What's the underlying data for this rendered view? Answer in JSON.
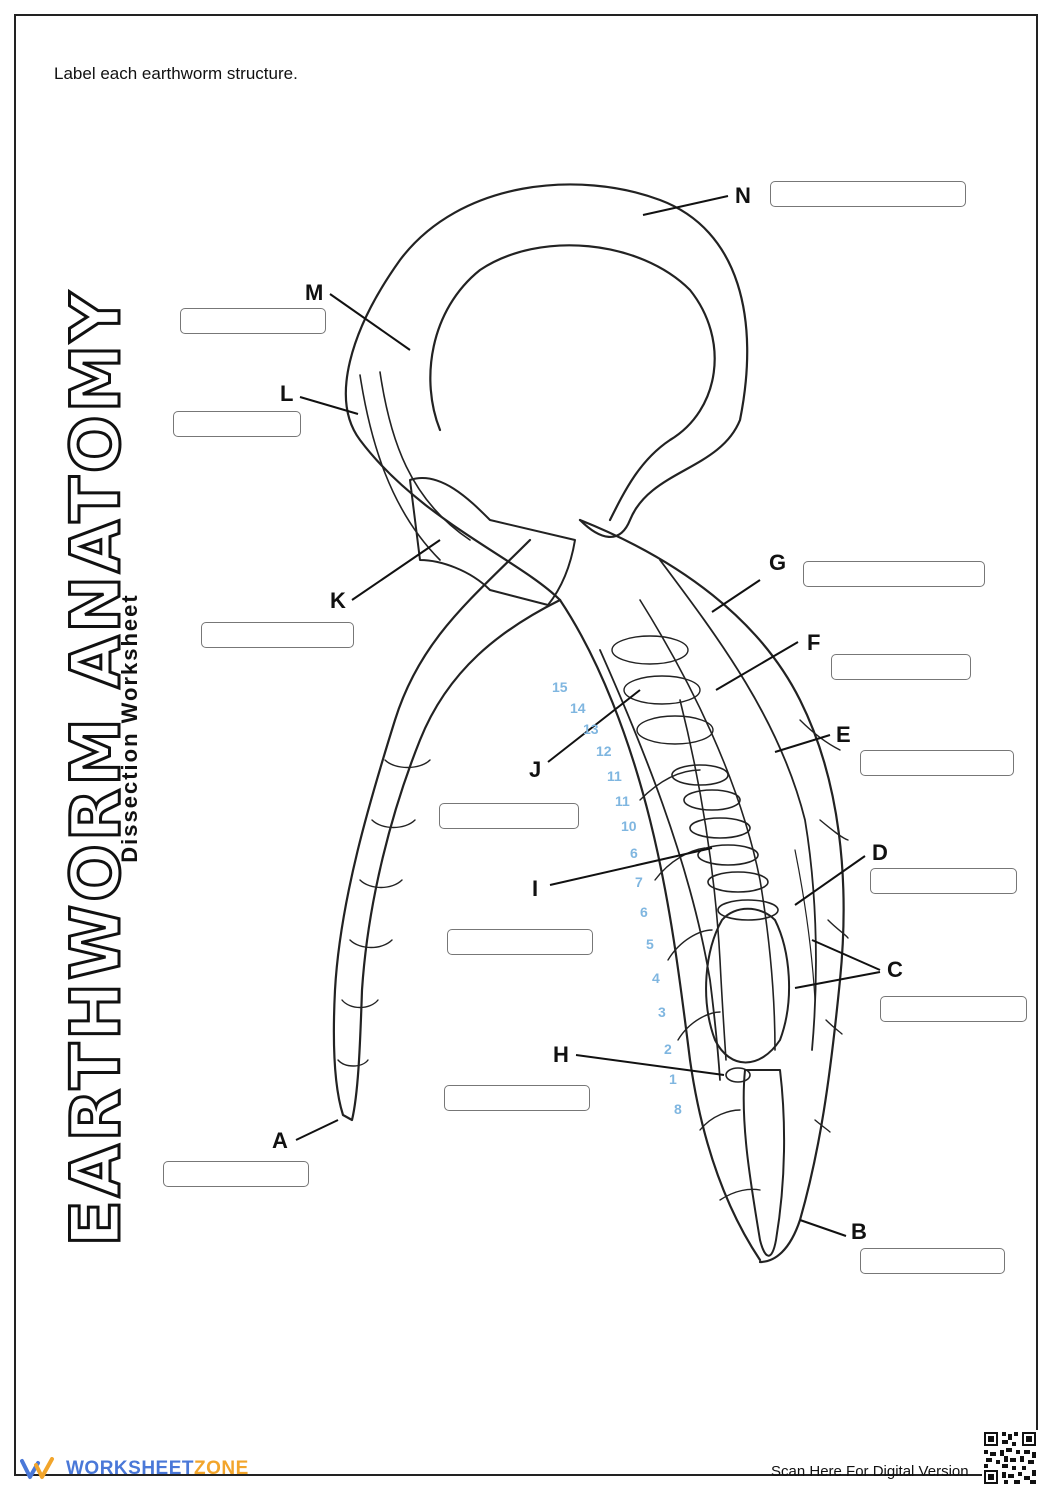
{
  "instruction": "Label each earthworm structure.",
  "title": "EARTHWORM ANATOMY",
  "subtitle": "Dissection Worksheet",
  "labels": {
    "A": "A",
    "B": "B",
    "C": "C",
    "D": "D",
    "E": "E",
    "F": "F",
    "G": "G",
    "H": "H",
    "I": "I",
    "J": "J",
    "K": "K",
    "L": "L",
    "M": "M",
    "N": "N"
  },
  "segment_numbers": [
    "15",
    "14",
    "13",
    "12",
    "11",
    "11",
    "10",
    "6",
    "7",
    "6",
    "5",
    "4",
    "3",
    "2",
    "1",
    "8"
  ],
  "footer": {
    "logo_main": "WORKSHEET",
    "logo_accent": "ZONE",
    "scan_text": "Scan Here For Digital Version"
  },
  "colors": {
    "segment_numbers": "#7fb6e0",
    "logo_blue": "#4a78d8",
    "logo_orange": "#f2a52b"
  }
}
